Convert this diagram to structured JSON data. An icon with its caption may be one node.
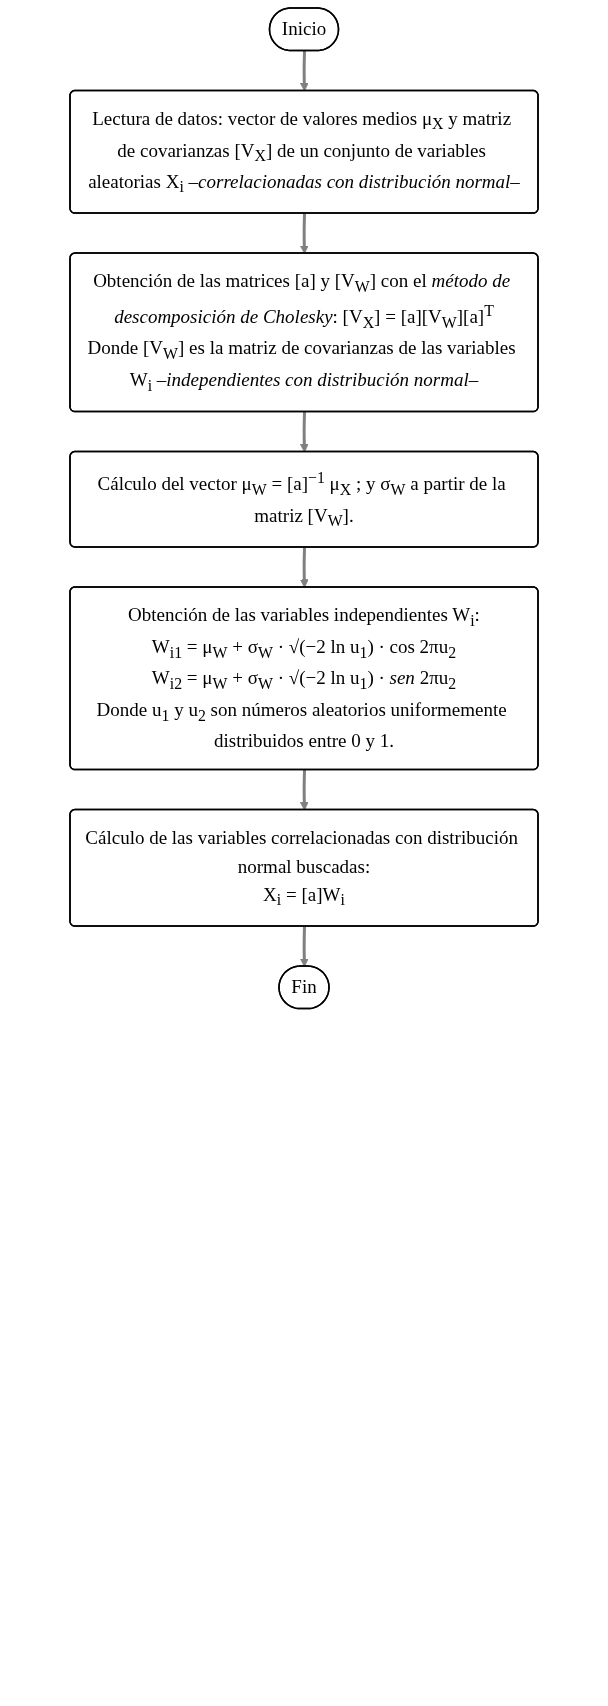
{
  "diagram": {
    "nodes": [
      {
        "text": [
          "Inicio"
        ]
      },
      {
        "text": [
          "Lectura de datos: vector de valores medios μ$_{X}$ y matriz de covarianzas [V$_{X}$] de un conjunto de variables aleatorias X$_{i}$ –*correlacionadas con distribución normal*–"
        ]
      },
      {
        "text": [
          "Obtención de las matrices [a] y [V$_{W}$] con el *método de descomposición de Cholesky*: [V$_{X}$] = [a][V$_{W}$][a]$^{T}$",
          "Donde [V$_{W}$] es la matriz de covarianzas de las variables W$_{i}$ –*independientes con distribución normal*–"
        ]
      },
      {
        "text": [
          "Cálculo del vector μ$_{W}$ = [a]$^{−1}$ μ$_{X}$ ; y σ$_{W}$ a partir de la matriz [V$_{W}$]."
        ]
      },
      {
        "text": [
          "Obtención de las variables independientes W$_{i}$:",
          "W$_{i1}$ = μ$_{W}$ + σ$_{W}$ · √(−2 ln u$_{1}$) · cos 2πu$_{2}$",
          "W$_{i2}$ = μ$_{W}$ + σ$_{W}$ · √(−2 ln u$_{1}$) · *sen* 2πu$_{2}$",
          "Donde u$_{1}$ y u$_{2}$ son números aleatorios uniformemente distribuidos entre 0 y 1."
        ]
      },
      {
        "text": [
          "Cálculo de las variables correlacionadas con distribución normal buscadas:",
          "X$_{i}$ = [a]W$_{i}$"
        ]
      },
      {
        "text": [
          "Fin"
        ]
      }
    ],
    "edges": [
      {
        "from": 0,
        "to": 1,
        "arrow": "to"
      },
      {
        "from": 1,
        "to": 2,
        "arrow": "to"
      },
      {
        "from": 2,
        "to": 3,
        "arrow": "to"
      },
      {
        "from": 3,
        "to": 4,
        "arrow": "to"
      },
      {
        "from": 4,
        "to": 5,
        "arrow": "to"
      },
      {
        "from": 5,
        "to": 6,
        "arrow": "to"
      }
    ]
  }
}
